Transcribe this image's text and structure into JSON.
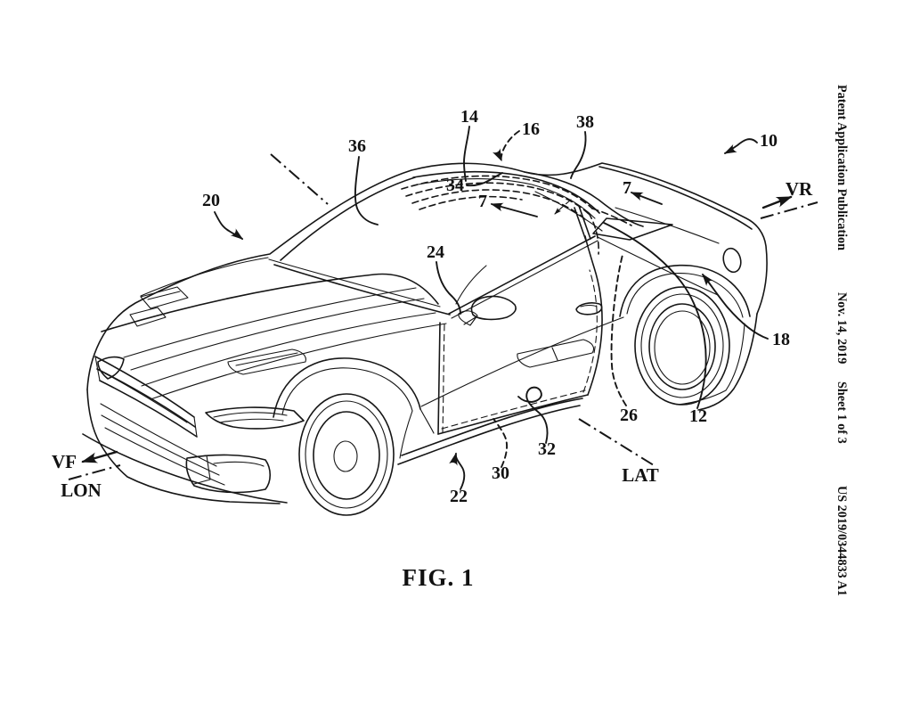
{
  "sheet": {
    "header": {
      "publication": "Patent Application Publication",
      "date": "Nov. 14, 2019",
      "sheet_info": "Sheet 1 of 3",
      "doc_number": "US 2019/0344833 A1"
    },
    "caption": "FIG. 1"
  },
  "axis_labels": {
    "vf": "VF",
    "lon": "LON",
    "lat": "LAT",
    "vr": "VR"
  },
  "refs": {
    "n7a": "7",
    "n7b": "7",
    "n10": "10",
    "n12": "12",
    "n14": "14",
    "n16": "16",
    "n18": "18",
    "n20": "20",
    "n22": "22",
    "n24": "24",
    "n26": "26",
    "n30": "30",
    "n32": "32",
    "n34": "34",
    "n36": "36",
    "n38": "38"
  },
  "colors": {
    "ink": "#161616",
    "paper": "#ffffff"
  }
}
